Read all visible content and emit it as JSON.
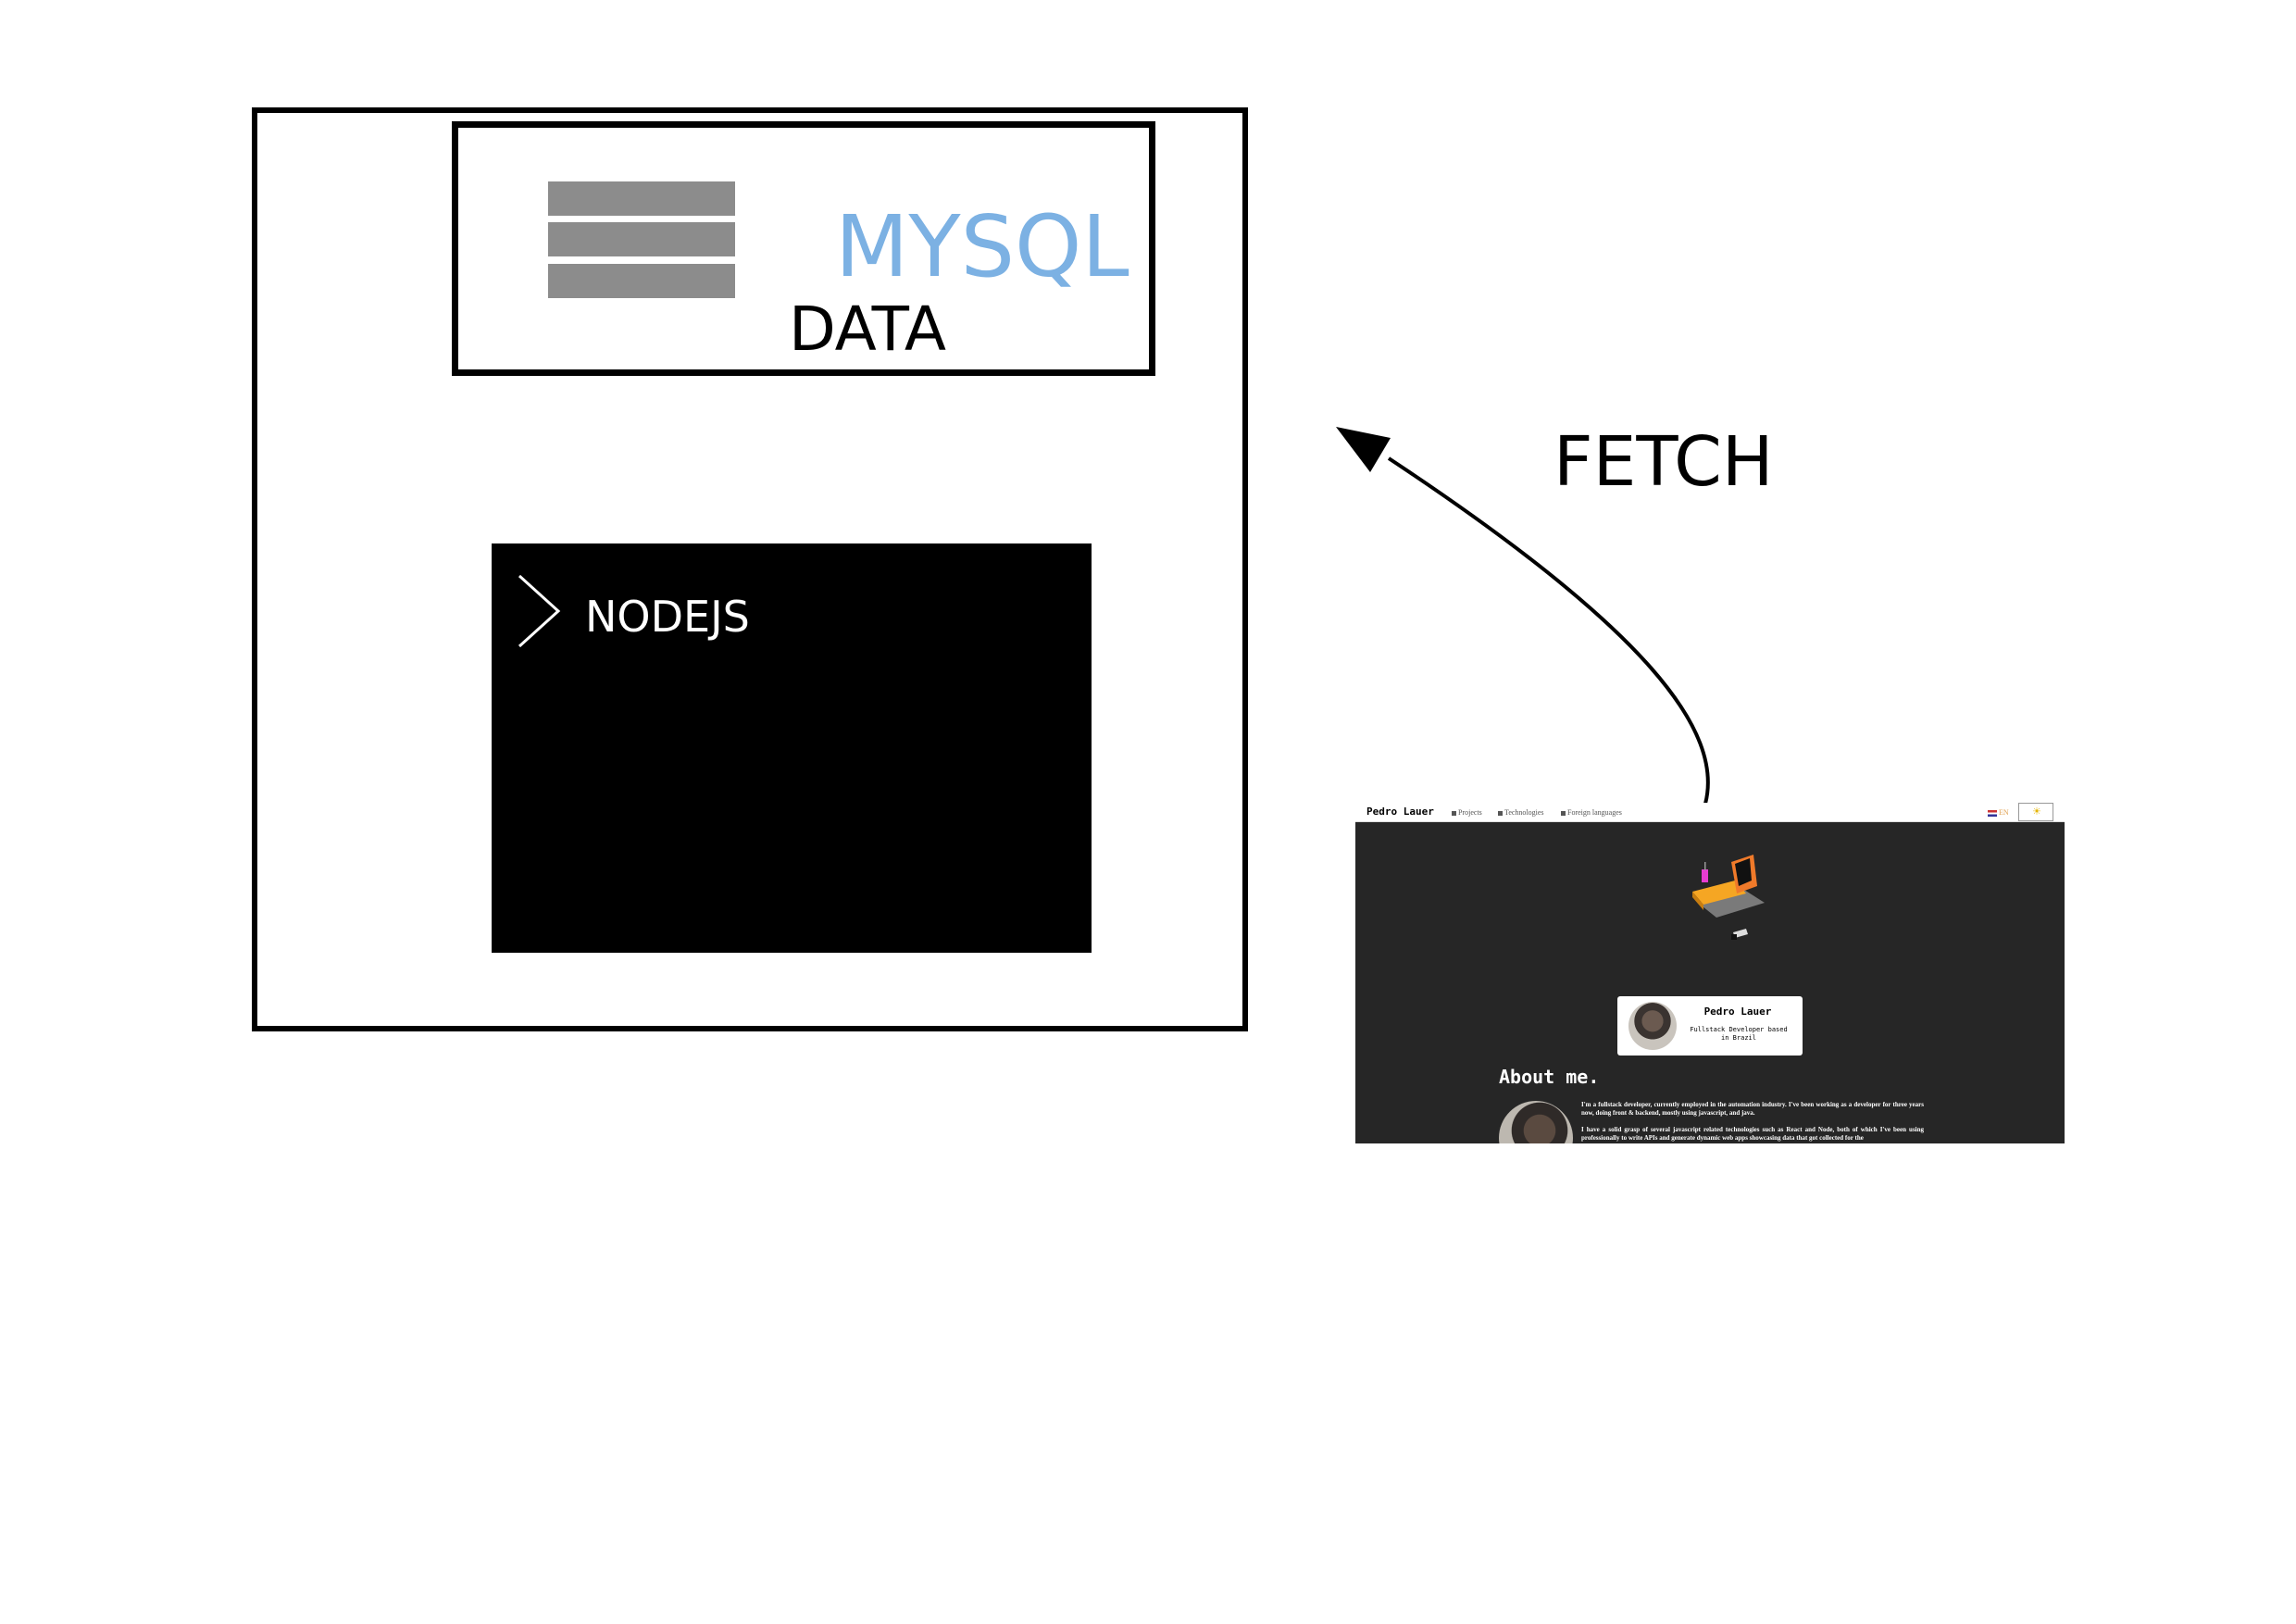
{
  "server": {
    "mysql_label": "MYSQL",
    "data_label": "DATA",
    "node_label": "NODEJS"
  },
  "fetch": {
    "label": "FETCH"
  },
  "website": {
    "brand": "Pedro Lauer",
    "nav": [
      {
        "label": "Projects",
        "icon": "grid-icon"
      },
      {
        "label": "Technologies",
        "icon": "chart-icon"
      },
      {
        "label": "Foreign languages",
        "icon": "flag-icon"
      }
    ],
    "language": "EN",
    "theme_icon": "☀",
    "profile": {
      "name": "Pedro Lauer",
      "role": "Fullstack Developer based in Brazil"
    },
    "about": {
      "heading": "About me.",
      "paragraph_1": "I'm a fullstack developer, currently employed in the automation industry. I've been working as a developer for three years now, doing front & backend, mostly using javascript, and java.",
      "paragraph_2": "I have a solid grasp of several javascript related technologies such as React and Node, both of which I've been using professionally to write APIs and generate dynamic web apps showcasing data that got collected for the"
    }
  },
  "colors": {
    "mysql": "#7cb1e3",
    "db_bars": "#8c8c8c",
    "site_bg": "#262626"
  }
}
